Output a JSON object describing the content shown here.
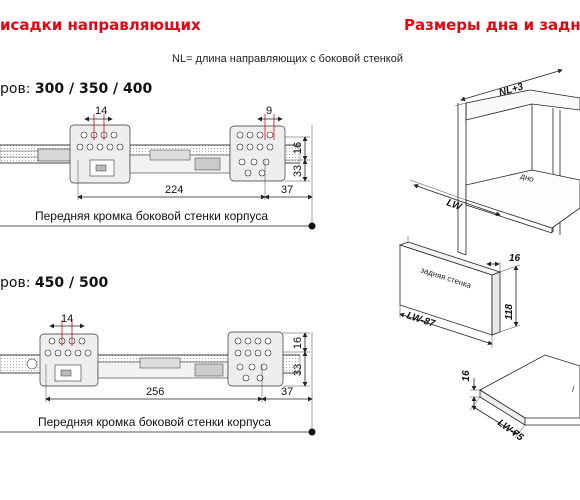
{
  "titles": {
    "left": "исадки направляющих",
    "right": "Размеры дна и задне"
  },
  "subtitle": "NL= длина направляющих с боковой стенкой",
  "row1": {
    "prefix": "ров: ",
    "sizes": "300 / 350 / 400",
    "dims": {
      "a": "14",
      "b": "9",
      "c": "16",
      "d": "33",
      "e": "224",
      "f": "37"
    },
    "caption": "Передняя кромка боковой стенки корпуса"
  },
  "row2": {
    "prefix": "ров: ",
    "sizes": "450 / 500",
    "dims": {
      "a": "14",
      "c": "16",
      "d": "33",
      "e": "256",
      "f": "37"
    },
    "caption": "Передняя кромка боковой стенки корпуса"
  },
  "iso": {
    "nl": "NL+3",
    "bottom": "дно",
    "lw": "LW",
    "back_label": "задняя стенка",
    "back_width": "LW-87",
    "back_thick": "16",
    "back_height": "118",
    "bottom_thick": "16",
    "bottom_width": "LW-75"
  },
  "colors": {
    "accent": "#e30613",
    "line": "#222222"
  }
}
